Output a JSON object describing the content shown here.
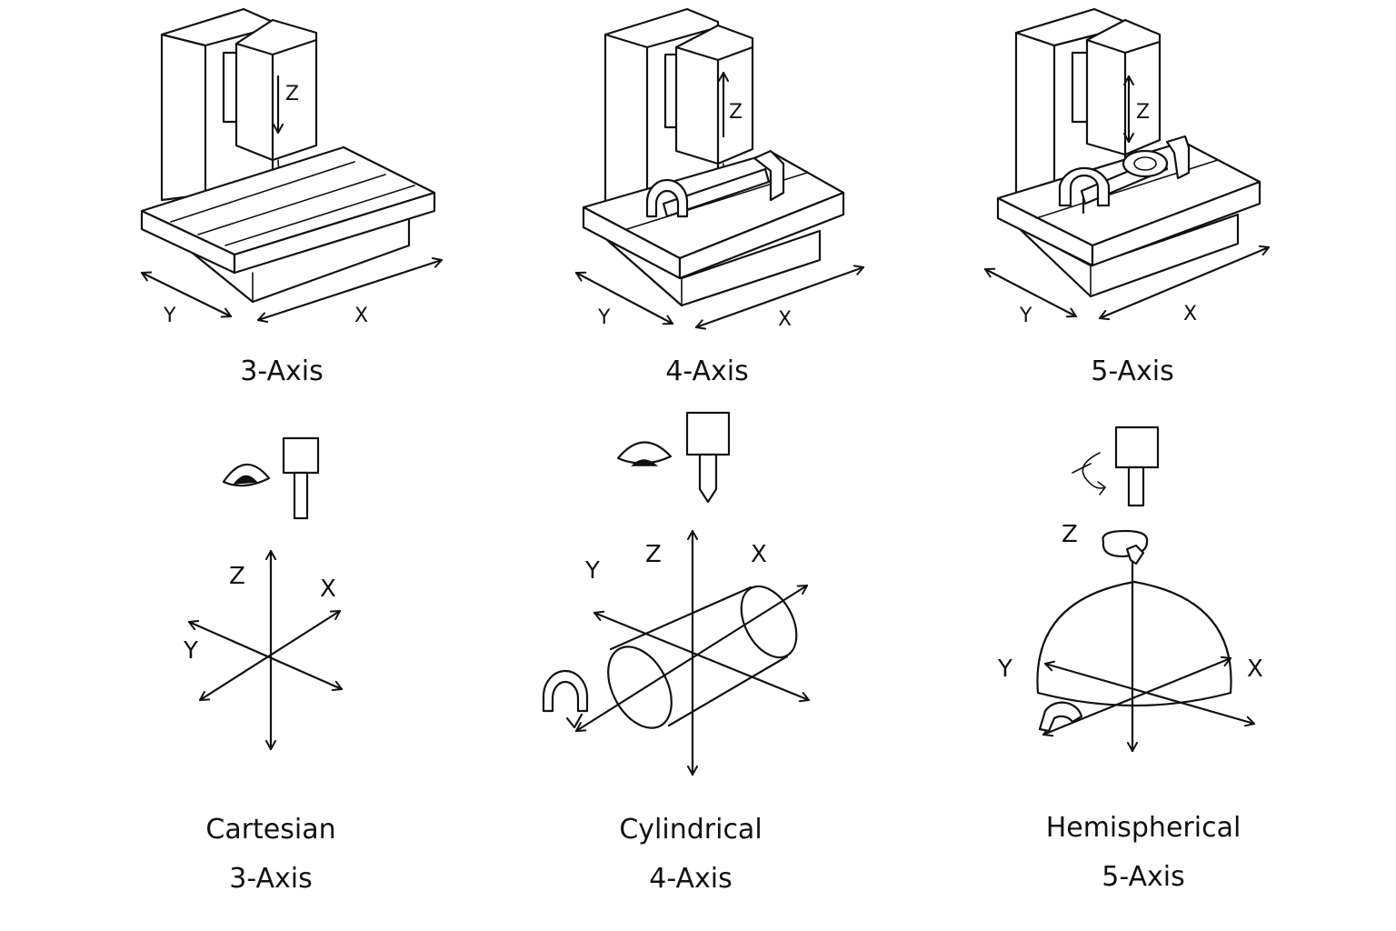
{
  "machines": [
    {
      "caption": "3-Axis",
      "axis_labels": {
        "x": "X",
        "y": "Y",
        "z": "Z"
      }
    },
    {
      "caption": "4-Axis",
      "axis_labels": {
        "x": "X",
        "y": "Y",
        "z": "Z"
      }
    },
    {
      "caption": "5-Axis",
      "axis_labels": {
        "x": "X",
        "y": "Y",
        "z": "Z"
      }
    }
  ],
  "frames": [
    {
      "name": "Cartesian",
      "caption": "3-Axis",
      "axis_labels": {
        "x": "X",
        "y": "Y",
        "z": "Z"
      }
    },
    {
      "name": "Cylindrical",
      "caption": "4-Axis",
      "axis_labels": {
        "x": "X",
        "y": "Y",
        "z": "Z"
      }
    },
    {
      "name": "Hemispherical",
      "caption": "5-Axis",
      "axis_labels": {
        "x": "X",
        "y": "Y",
        "z": "Z"
      }
    }
  ]
}
